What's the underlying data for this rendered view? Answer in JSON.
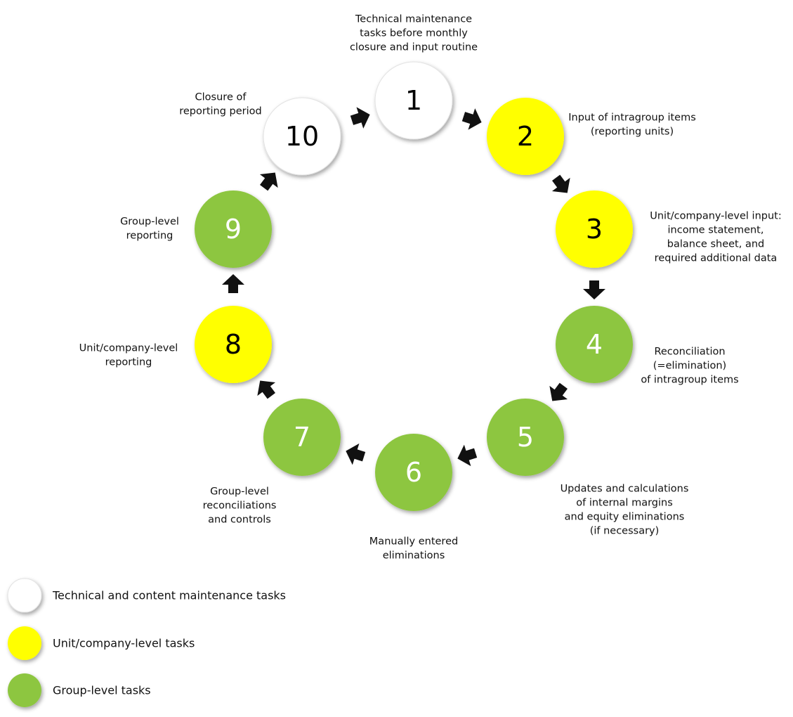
{
  "colors": {
    "white": "#ffffff",
    "yellow": "#ffff00",
    "green": "#8dc63f",
    "arrow": "#111111"
  },
  "nodes": [
    {
      "number": "1",
      "fill": "white",
      "label": [
        "Technical maintenance",
        "tasks before monthly",
        "closure and input routine"
      ]
    },
    {
      "number": "2",
      "fill": "yellow",
      "label": [
        "Input of intragroup items",
        "(reporting units)"
      ]
    },
    {
      "number": "3",
      "fill": "yellow",
      "label": [
        "Unit/company-level input:",
        "income statement,",
        "balance sheet, and",
        "required additional data"
      ]
    },
    {
      "number": "4",
      "fill": "green",
      "label": [
        "Reconciliation",
        "(=elimination)",
        "of intragroup items"
      ]
    },
    {
      "number": "5",
      "fill": "green",
      "label": [
        "Updates and calculations",
        "of internal margins",
        "and equity eliminations",
        "(if necessary)"
      ]
    },
    {
      "number": "6",
      "fill": "green",
      "label": [
        "Manually entered",
        "eliminations"
      ]
    },
    {
      "number": "7",
      "fill": "green",
      "label": [
        "Group-level",
        "reconciliations",
        "and controls"
      ]
    },
    {
      "number": "8",
      "fill": "yellow",
      "label": [
        "Unit/company-level",
        "reporting"
      ]
    },
    {
      "number": "9",
      "fill": "green",
      "label": [
        "Group-level",
        "reporting"
      ]
    },
    {
      "number": "10",
      "fill": "white",
      "label": [
        "Closure of",
        "reporting period"
      ]
    }
  ],
  "legend": [
    {
      "fill": "white",
      "label": "Technical and content maintenance tasks"
    },
    {
      "fill": "yellow",
      "label": "Unit/company-level tasks"
    },
    {
      "fill": "green",
      "label": "Group-level tasks"
    }
  ]
}
